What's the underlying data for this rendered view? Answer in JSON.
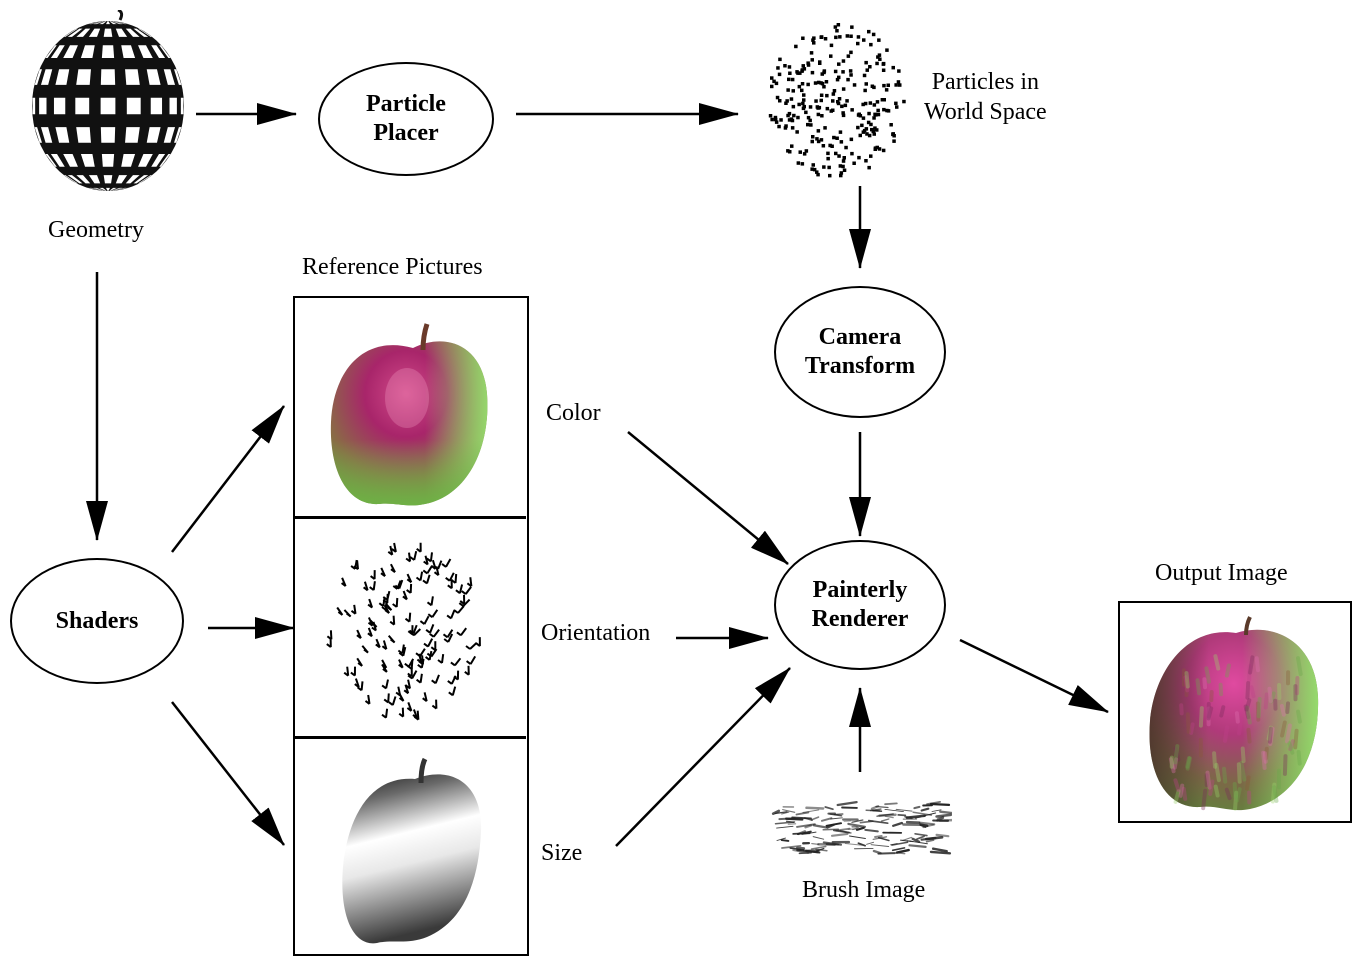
{
  "nodes": {
    "particle_placer": "Particle\nPlacer",
    "camera_transform": "Camera\nTransform",
    "shaders": "Shaders",
    "painterly_renderer": "Painterly\nRenderer"
  },
  "labels": {
    "geometry": "Geometry",
    "particles_world_space": "Particles in\nWorld Space",
    "reference_pictures": "Reference Pictures",
    "color": "Color",
    "orientation": "Orientation",
    "size": "Size",
    "brush_image": "Brush Image",
    "output_image": "Output Image"
  }
}
